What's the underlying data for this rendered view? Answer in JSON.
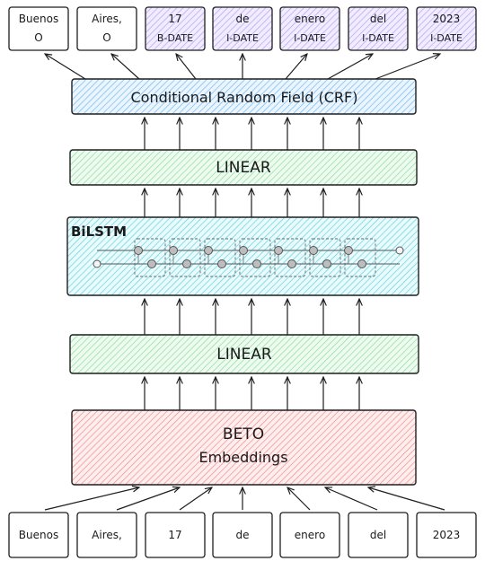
{
  "outputs": [
    {
      "word": "Buenos",
      "tag": "O"
    },
    {
      "word": "Aires,",
      "tag": "O"
    },
    {
      "word": "17",
      "tag": "B-DATE"
    },
    {
      "word": "de",
      "tag": "I-DATE"
    },
    {
      "word": "enero",
      "tag": "I-DATE"
    },
    {
      "word": "del",
      "tag": "I-DATE"
    },
    {
      "word": "2023",
      "tag": "I-DATE"
    }
  ],
  "inputs": [
    "Buenos",
    "Aires,",
    "17",
    "de",
    "enero",
    "del",
    "2023"
  ],
  "layers": {
    "crf": "Conditional Random Field (CRF)",
    "linear_top": "LINEAR",
    "bilstm": "BiLSTM",
    "linear_bottom": "LINEAR",
    "beto_line1": "BETO",
    "beto_line2": "Embeddings"
  },
  "colors": {
    "crf": "#a5d8ff",
    "linear": "#b2f2bb",
    "bilstm": "#99e9f2",
    "beto": "#ffa8a8",
    "date_tag": "#d0bfff",
    "stroke": "#1e1e1e"
  }
}
